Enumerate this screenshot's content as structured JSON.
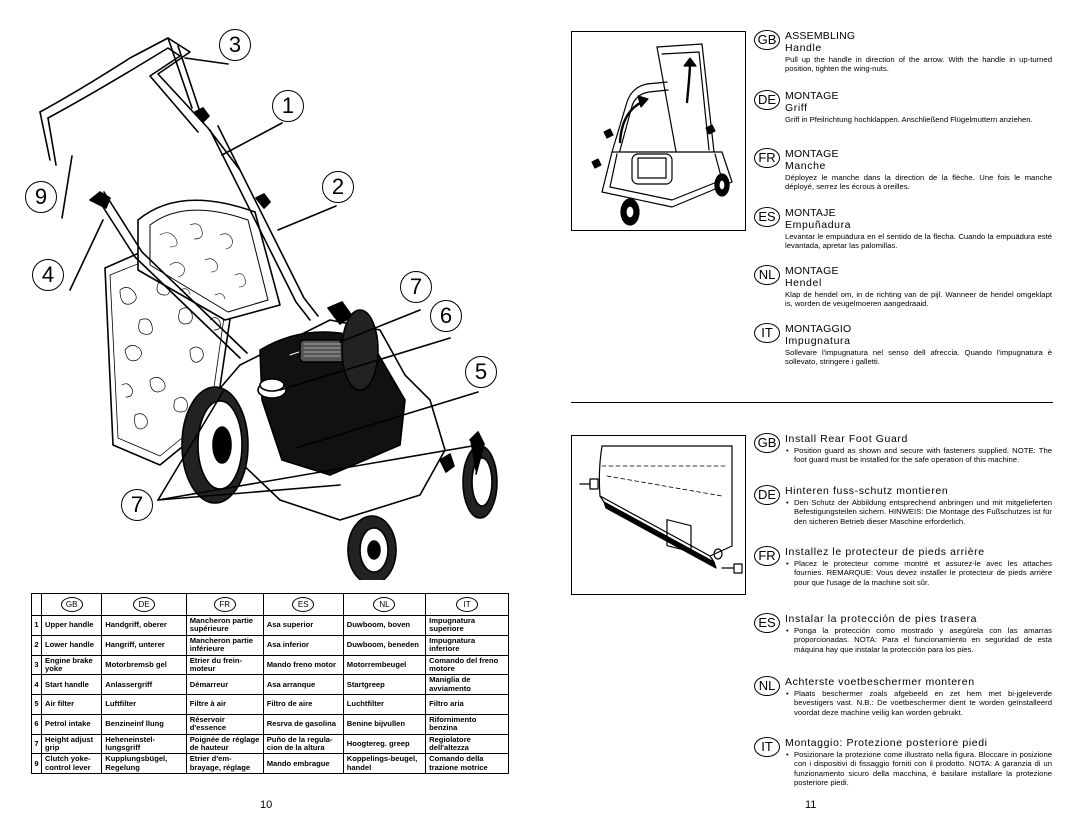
{
  "left_page": {
    "callouts": [
      "3",
      "1",
      "9",
      "2",
      "4",
      "7",
      "6",
      "5",
      "7"
    ],
    "table": {
      "languages": [
        "GB",
        "DE",
        "FR",
        "ES",
        "NL",
        "IT"
      ],
      "rows": [
        {
          "num": "1",
          "cells": [
            "Upper handle",
            "Handgriff, oberer",
            "Mancheron partie supérieure",
            "Asa superior",
            "Duwboom, boven",
            "Impugnatura superiore"
          ]
        },
        {
          "num": "2",
          "cells": [
            "Lower handle",
            "Hangriff, unterer",
            "Mancheron partie inférieure",
            "Asa inferior",
            "Duwboom, beneden",
            "Impugnatura inferiore"
          ]
        },
        {
          "num": "3",
          "cells": [
            "Engine brake yoke",
            "Motorbremsb gel",
            "Etrier du frein-moteur",
            "Mando freno motor",
            "Motorrembeugel",
            "Comando del freno motore"
          ]
        },
        {
          "num": "4",
          "cells": [
            "Start handle",
            "Anlassergriff",
            "Démarreur",
            "Asa arranque",
            "Startgreep",
            "Maniglia de avviamento"
          ]
        },
        {
          "num": "5",
          "cells": [
            "Air filter",
            "Luftfilter",
            "Filtre à air",
            "Filtro de aire",
            "Luchtfilter",
            "Filtro aria"
          ]
        },
        {
          "num": "6",
          "cells": [
            "Petrol intake",
            "Benzineinf llung",
            "Réservoir d'essence",
            "Resrva de gasolina",
            "Benine bijvullen",
            "Rifornimento benzina"
          ]
        },
        {
          "num": "7",
          "cells": [
            "Height adjust grip",
            "Heheneinstel-lungsgriff",
            "Poignée de réglage de hauteur",
            "Puño de la regula-cion de la altura",
            "Hoogtereg. greep",
            "Regiolatore dell'altezza"
          ]
        },
        {
          "num": "9",
          "cells": [
            "Clutch yoke-control lever",
            "Kupplungsbügel, Regelung",
            "Etrier d'em-brayage, réglage",
            "Mando embrague",
            "Koppelings-beugel, handel",
            "Comando della trazione motrice"
          ]
        }
      ]
    },
    "page_number": "10"
  },
  "right_page": {
    "assembling": [
      {
        "lang": "GB",
        "title": "ASSEMBLING",
        "subtitle": "Handle",
        "body": "Pull up the handle in direction of the arrow.  With the handle in up-turned position, tighten the wing-nuts."
      },
      {
        "lang": "DE",
        "title": "MONTAGE",
        "subtitle": "Griff",
        "body": "Griff in Pfeilrichtung hochklappen.  Anschließend Flügelmuttern anziehen."
      },
      {
        "lang": "FR",
        "title": "MONTAGE",
        "subtitle": "Manche",
        "body": "Déployez le manche dans la direction de la flèche.  Une fois le manche déployé, serrez les écrous à oreilles."
      },
      {
        "lang": "ES",
        "title": "MONTAJE",
        "subtitle": "Empuñadura",
        "body": "Levantar le empuädura en el sentido de la flecha.  Cuando la empuädura esté levantada, apretar las palomillas."
      },
      {
        "lang": "NL",
        "title": "MONTAGE",
        "subtitle": "Hendel",
        "body": "Klap de hendel om, in de richting van de pijl. Wanneer de hendel omgeklapt is, worden de veugelmoeren aangedraaid."
      },
      {
        "lang": "IT",
        "title": "MONTAGGIO",
        "subtitle": "Impugnatura",
        "body": "Sollevare l'impugnatura nel senso dell afreccia.  Quando l'impugnatura è sollevato, stringere i galletti."
      }
    ],
    "foot_guard": [
      {
        "lang": "GB",
        "title": "Install Rear Foot Guard",
        "items": [
          "Position guard as shown and secure with fasteners supplied. NOTE: The foot guard must be installed for the safe operation of this machine."
        ]
      },
      {
        "lang": "DE",
        "title": "Hinteren fuss-schutz montieren",
        "items": [
          "Den Schutz der Abbildung entsprechend anbringen und mit mitgelieferten Befestigungsteilen sichern. HINWEIS: Die Montage des Fußschutzes ist für den sicheren Betrieb dieser Maschine erforderlich."
        ]
      },
      {
        "lang": "FR",
        "title": "Installez le protecteur de pieds arrière",
        "items": [
          "Placez le protecteur comme montré et assurez-le avec les attaches fournies. REMARQUE: Vous devez installer le protecteur de pieds arrière pour que l'usage de la machine soit sûr."
        ]
      },
      {
        "lang": "ES",
        "title": "Instalar la protección de pies trasera",
        "items": [
          "Ponga la protección como mostrado y asegúrela con las amarras proporcionadas. NOTA: Para el funcionamiento en seguridad de esta máquina hay que instalar la protección para los pies."
        ]
      },
      {
        "lang": "NL",
        "title": "Achterste voetbeschermer monteren",
        "items": [
          "Plaats beschermer zoals afgebeeld en zet hem met bi-jgeleverde bevestigers vast. N.B.: De voetbeschermer dient te worden geïnstalleerd voordat deze machine veilig kan worden gebruikt."
        ]
      },
      {
        "lang": "IT",
        "title": "Montaggio: Protezione posteriore piedi",
        "items": [
          "Posizionare la protezione come illustrato nella figura. Bloccare in posizione con i dispositivi di fissaggio forniti con il prodotto. NOTA: A garanzia di un funzionamento sicuro della macchina, è basilare installare la protezione posteriore piedi."
        ]
      }
    ],
    "page_number": "11"
  }
}
